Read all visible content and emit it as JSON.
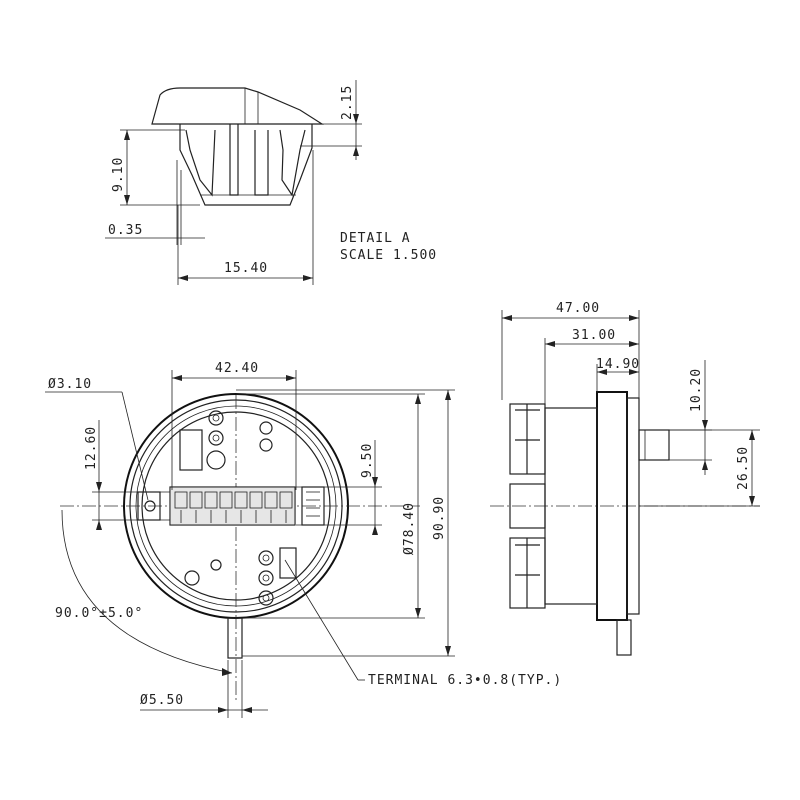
{
  "detail": {
    "title": "DETAIL A",
    "scale": "SCALE 1.500",
    "dims": {
      "top_height": "2.15",
      "clip_height": "9.10",
      "offset": "0.35",
      "width": "15.40"
    }
  },
  "front_view": {
    "dims": {
      "spacing_top": "42.40",
      "hole_dia": "Ø3.10",
      "offset_left": "12.60",
      "offset_right": "9.50",
      "body_dia": "Ø78.40",
      "overall_height": "90.90",
      "angle": "90.0°±5.0°",
      "stem_dia": "Ø5.50"
    },
    "terminal_note": "TERMINAL 6.3•0.8(TYP.)"
  },
  "side_view": {
    "dims": {
      "overall": "47.00",
      "depth": "31.00",
      "flange": "14.90",
      "stem_len": "10.20",
      "stem_height": "26.50"
    }
  }
}
